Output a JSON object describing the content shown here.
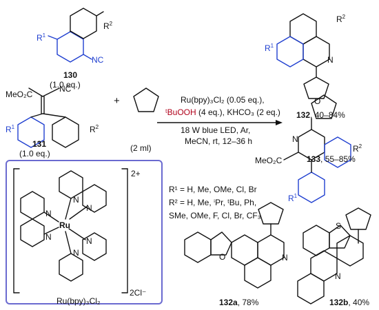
{
  "compounds": {
    "c130": {
      "number": "130",
      "equiv": "(1.0 eq.)",
      "nc": "NC",
      "r1": "R",
      "r2": "R"
    },
    "c131": {
      "number": "131",
      "equiv": "(1.0 eq.)",
      "ester": "MeO₂C",
      "nc": "NC"
    },
    "thf": {
      "amount": "(2 ml)"
    },
    "c132": {
      "number": "132",
      "yield": ", 40–84%"
    },
    "c133": {
      "number": "133",
      "yield": ", 55–85%",
      "ester": "MeO₂C"
    },
    "c132a": {
      "number": "132a",
      "yield": ", 78%"
    },
    "c132b": {
      "number": "132b",
      "yield": ", 40%"
    }
  },
  "plus": "+",
  "conditions": {
    "line1": "Ru(bpy)₃Cl₂ (0.05 eq.),",
    "line2_red": "ᵗBuOOH",
    "line2_rest": " (4 eq.), KHCO₃ (2 eq.)",
    "line3": "18 W blue LED, Ar,",
    "line4": "MeCN, rt, 12–36 h"
  },
  "substituents": {
    "r1_line": "R¹ = H, Me, OMe, Cl, Br",
    "r2_line1": "R² = H, Me, ⁱPr, ᵗBu, Ph,",
    "r2_line2": "SMe, OMe, F, Cl, Br, CF₃"
  },
  "catalyst": {
    "name": "Ru(bpy)₃Cl₂",
    "charge": "2+",
    "counterion": "2Cl⁻",
    "metal": "Ru"
  },
  "colors": {
    "substrate": "#1f3fd0",
    "oxidant": "#b0001a",
    "box_border": "#6a6ad0"
  }
}
